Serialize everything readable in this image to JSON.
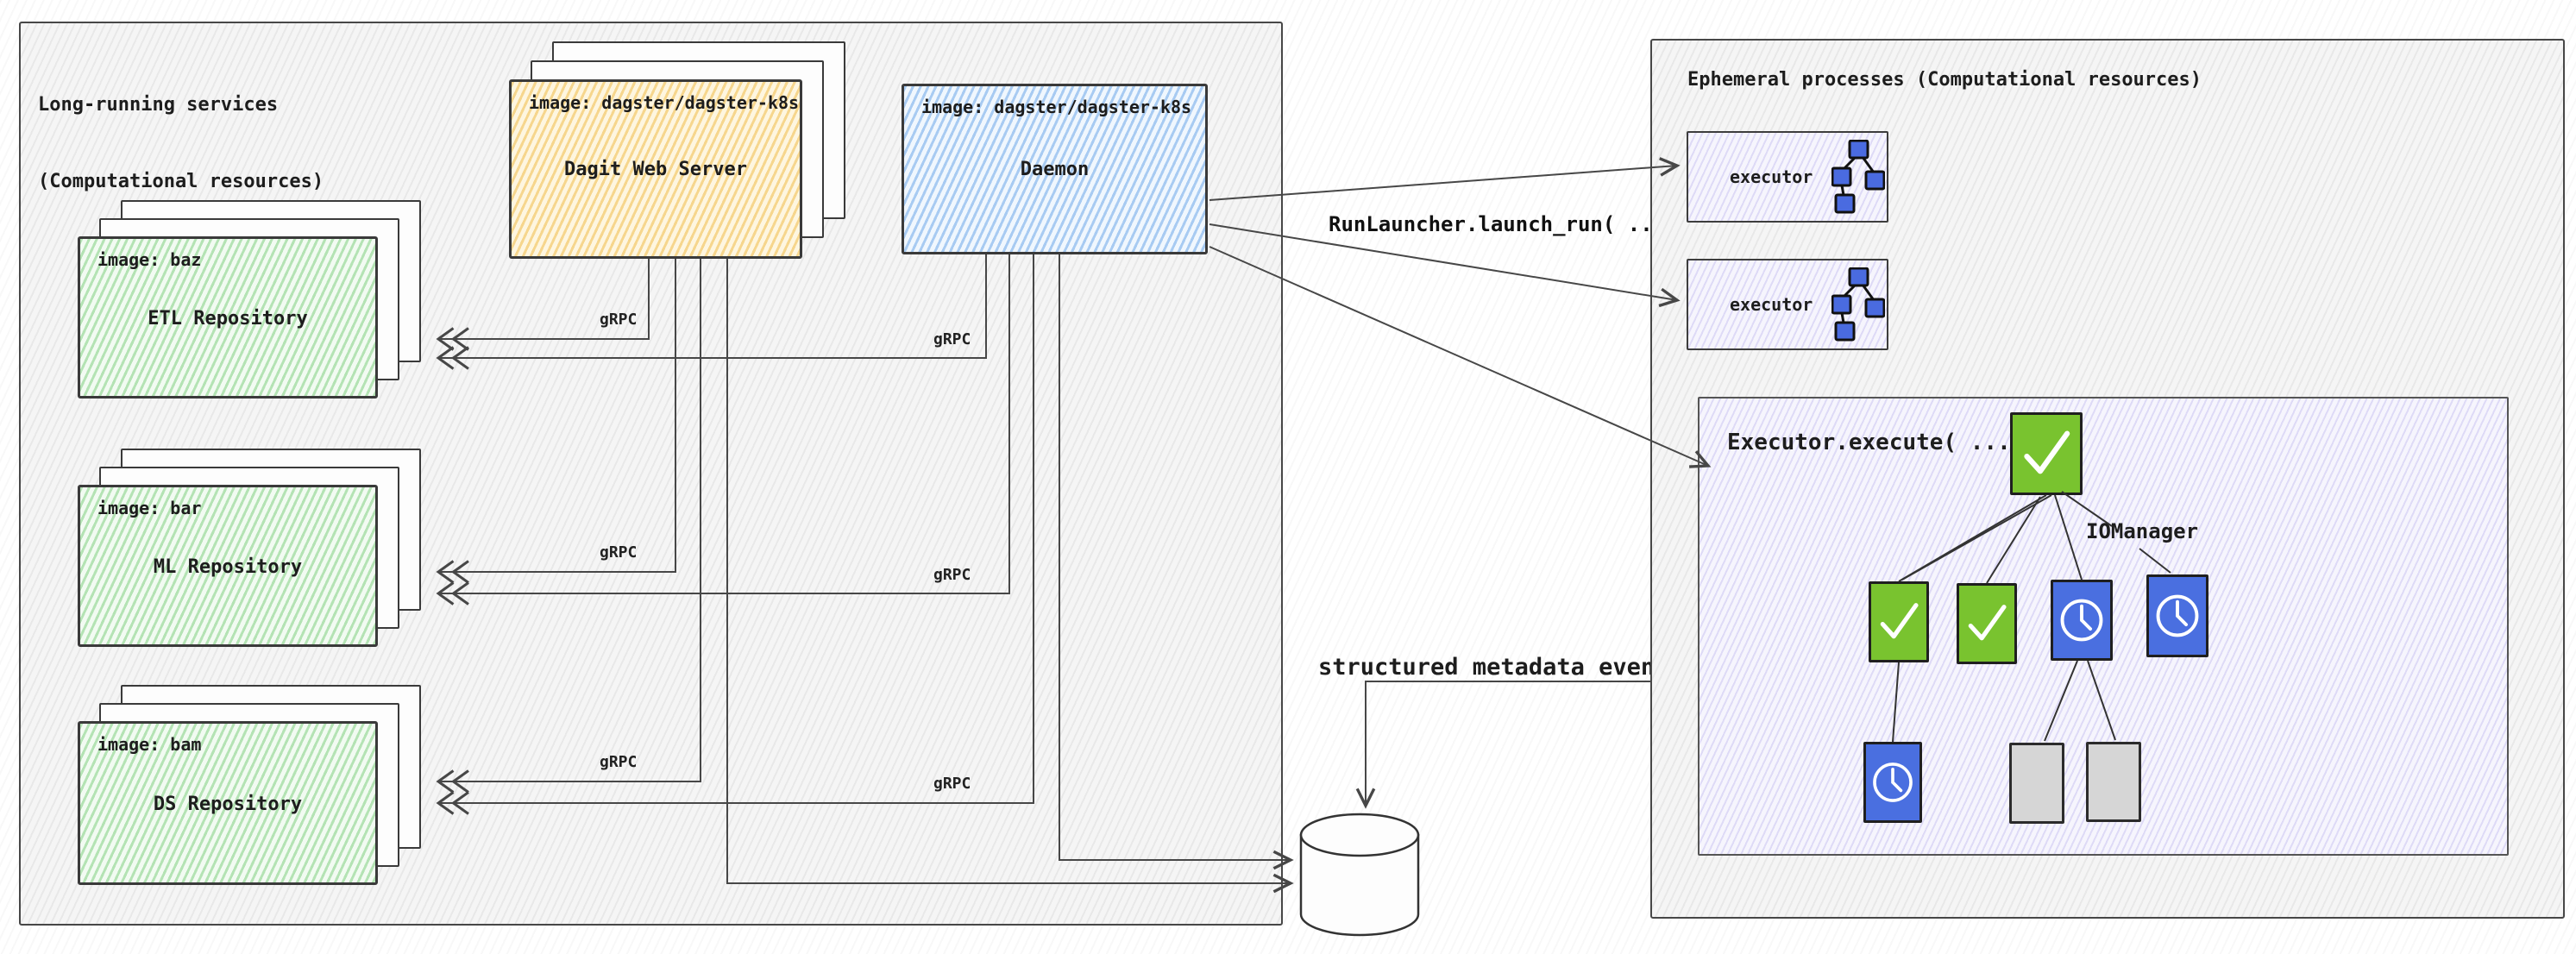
{
  "left_section": {
    "title_line1": "Long-running services",
    "title_line2": "(Computational resources)",
    "dagit": {
      "image_label": "image: dagster/dagster-k8s",
      "name": "Dagit Web Server"
    },
    "daemon": {
      "image_label": "image: dagster/dagster-k8s",
      "name": "Daemon"
    },
    "repos": [
      {
        "image_label": "image: baz",
        "name": "ETL Repository"
      },
      {
        "image_label": "image: bar",
        "name": "ML Repository"
      },
      {
        "image_label": "image: bam",
        "name": "DS Repository"
      }
    ],
    "grpc_label": "gRPC"
  },
  "right_section": {
    "title": "Ephemeral processes (Computational resources)",
    "executors": [
      {
        "label": "executor"
      },
      {
        "label": "executor"
      }
    ],
    "execute_panel": {
      "title": "Executor.execute( ... )",
      "iomanager_label": "IOManager",
      "steps": {
        "root": "success-check",
        "row2": [
          "success-check",
          "success-check",
          "pending-clock",
          "pending-clock"
        ],
        "row3": [
          "pending-clock",
          "empty",
          "empty"
        ]
      }
    }
  },
  "flow_labels": {
    "run_launcher": "RunLauncher.launch_run( ... )",
    "metadata_events": "structured metadata events"
  },
  "database": {
    "label": "Database"
  },
  "colors": {
    "dagit_fill": "#fbeec6",
    "daemon_fill": "#d8e9fa",
    "repo_fill": "#def3de",
    "executor_fill": "#f6f5fd",
    "success_green": "#79c32f",
    "pending_blue": "#4a6fe0",
    "skipped_gray": "#d6d6d6",
    "line_dark": "#474747"
  }
}
